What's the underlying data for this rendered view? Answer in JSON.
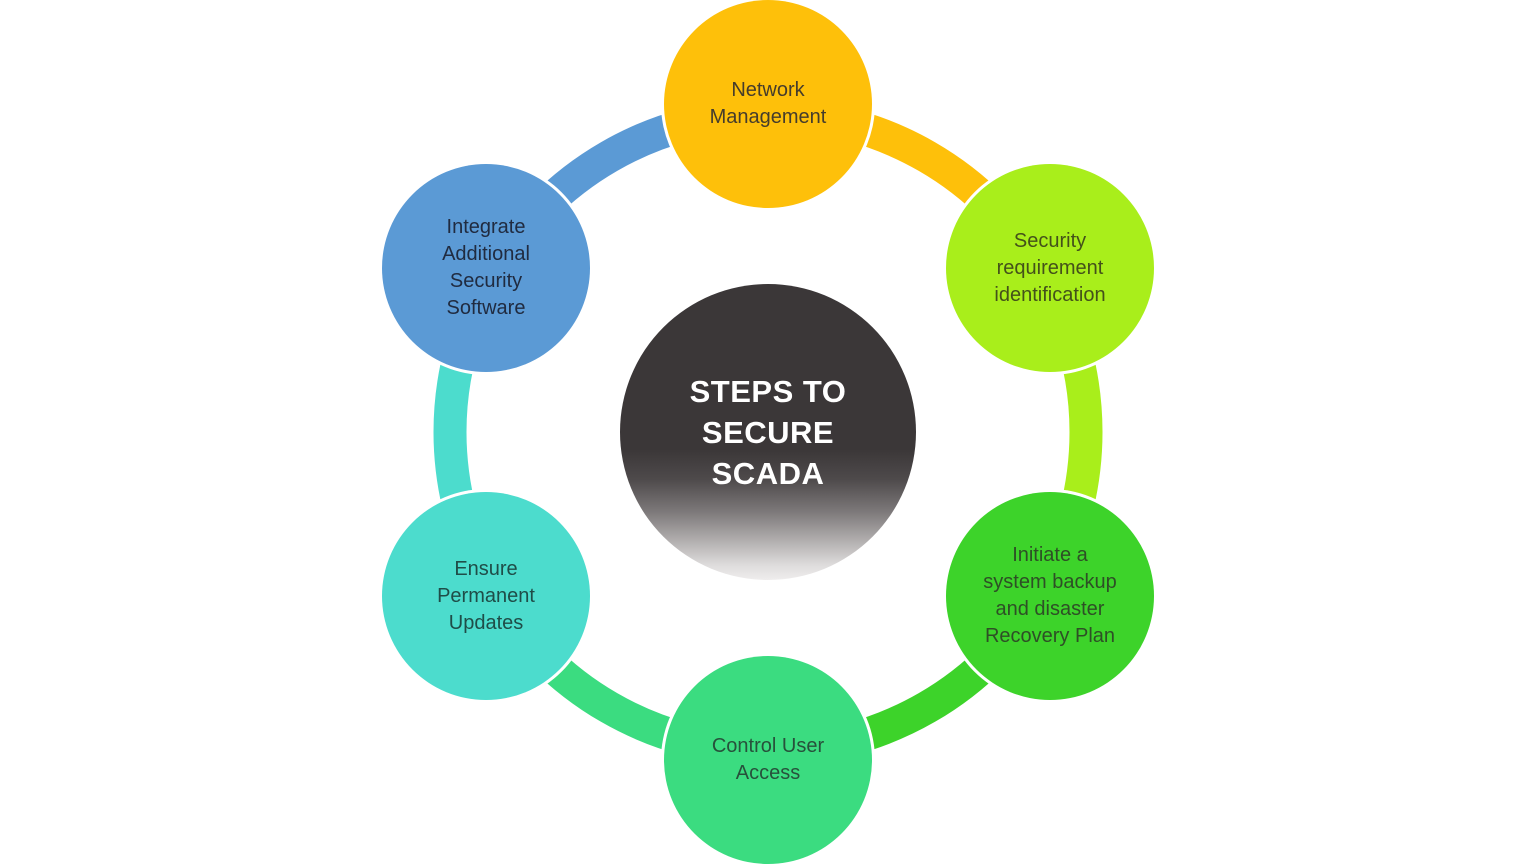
{
  "diagram": {
    "background": "#ffffff"
  },
  "center": {
    "label": "STEPS TO\nSECURE\nSCADA",
    "fill_top": "#3B3738",
    "fill_bottom_fade": "#EFEDED",
    "text_color": "#FFFFFF"
  },
  "steps": [
    {
      "label": "Network\nManagement",
      "fill": "#FEC00A",
      "text_color": "#453C2C"
    },
    {
      "label": "Security\nrequirement\nidentification",
      "fill": "#A9EE1B",
      "text_color": "#44511A"
    },
    {
      "label": "Initiate a\nsystem backup\nand disaster\nRecovery Plan",
      "fill": "#3DD32A",
      "text_color": "#2E4F26"
    },
    {
      "label": "Control User\nAccess",
      "fill": "#3BDC80",
      "text_color": "#27513B"
    },
    {
      "label": "Ensure\nPermanent\nUpdates",
      "fill": "#4CDCCD",
      "text_color": "#1F4D48"
    },
    {
      "label": "Integrate\nAdditional\nSecurity\nSoftware",
      "fill": "#5B9AD5",
      "text_color": "#202B40"
    }
  ],
  "ring": {
    "segments": [
      {
        "from": "top",
        "to": "top-right",
        "color": "#FEC00A"
      },
      {
        "from": "top-right",
        "to": "bottom-right",
        "color": "#A9EE1B"
      },
      {
        "from": "bottom-right",
        "to": "bottom",
        "color": "#3DD32A"
      },
      {
        "from": "bottom",
        "to": "bottom-left",
        "color": "#3BDC80"
      },
      {
        "from": "bottom-left",
        "to": "top-left",
        "color": "#4CDCCD"
      },
      {
        "from": "top-left",
        "to": "top",
        "color": "#5B9AD5"
      }
    ]
  }
}
